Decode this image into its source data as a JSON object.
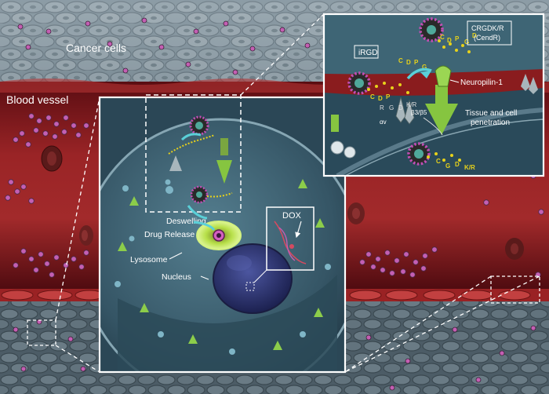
{
  "labels": {
    "cancer_cells": "Cancer cells",
    "blood_vessel": "Blood vessel",
    "deswelling": "Deswelling",
    "drug_release": "Drug Release",
    "lysosome": "Lysosome",
    "nucleus": "Nucleus",
    "dox": "DOX",
    "irgd": "iRGD",
    "crgdkr_line1": "CRGDK/R",
    "crgdkr_line2": "(CendR)",
    "neuropilin": "Neuropilin-1",
    "tissue_line1": "Tissue and cell",
    "tissue_line2": "penetration",
    "integrin_av": "αv",
    "integrin_b3b5": "β3/β5"
  },
  "colors": {
    "cancer_tissue": "#8c9ba3",
    "cancer_tissue_dark": "#5c6a72",
    "blood": "#8a1c1e",
    "blood_light": "#b73a38",
    "blood_dark": "#4a0c10",
    "cell_body": "#3b5a6a",
    "cell_edge": "#6f8f9c",
    "nucleus": "#2a2f66",
    "peptide": "#e8d21a",
    "nanoparticle": "#c24fb5",
    "arrow_cyan": "#5ad0d8",
    "arrow_green": "#86c540",
    "receptor_green": "#8ccd4a",
    "receptor_gray": "#a8b6bc",
    "frame": "#ffffff"
  }
}
